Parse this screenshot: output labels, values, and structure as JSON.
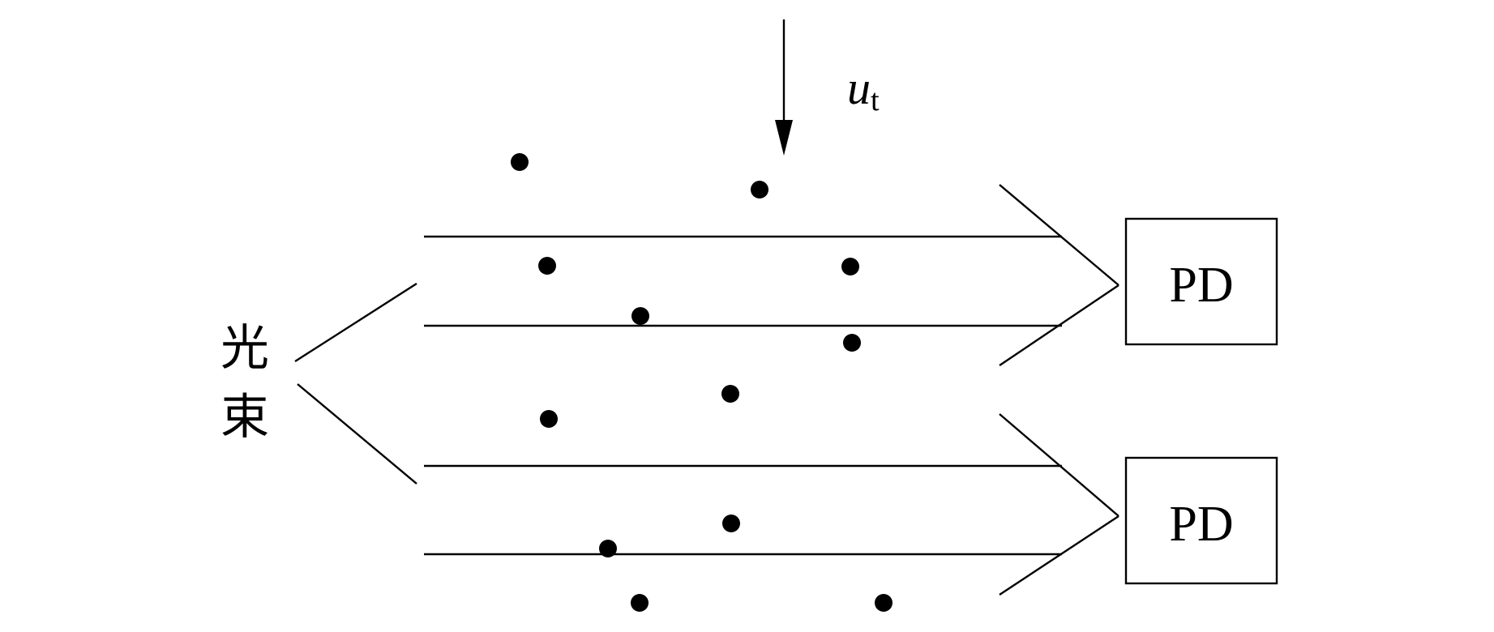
{
  "velocity_label": {
    "symbol": "u",
    "subscript": "t"
  },
  "beam_label": {
    "char1": "光",
    "char2": "束"
  },
  "detectors": [
    {
      "label": "PD"
    },
    {
      "label": "PD"
    }
  ],
  "particle_color": "#000000",
  "line_color": "#000000"
}
